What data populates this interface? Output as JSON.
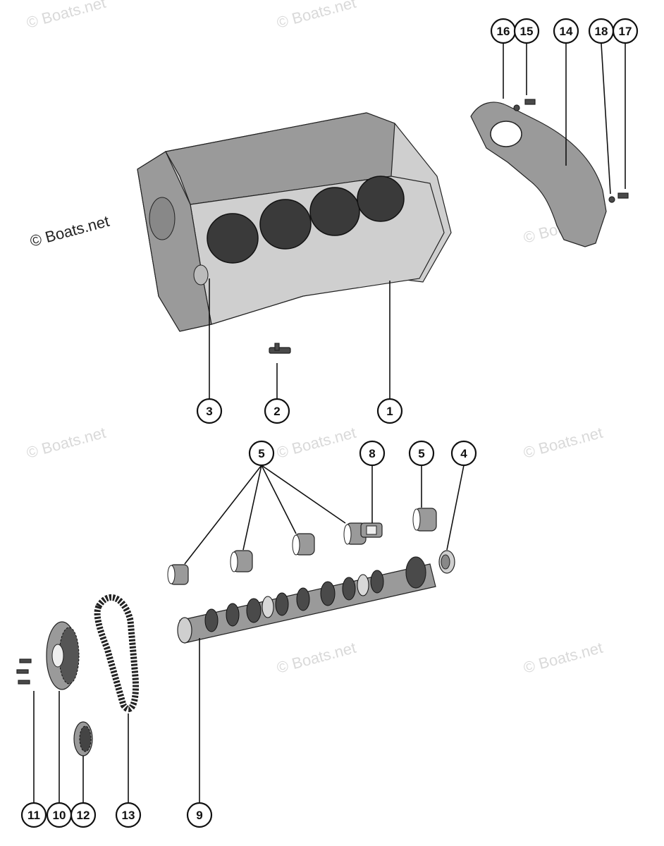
{
  "watermark": {
    "text": "© Boats.net",
    "prominent_text": "© Boats.net"
  },
  "callouts": {
    "c1": "1",
    "c2": "2",
    "c3": "3",
    "c4": "4",
    "c5a": "5",
    "c5b": "5",
    "c8": "8",
    "c9": "9",
    "c10": "10",
    "c11": "11",
    "c12": "12",
    "c13": "13",
    "c14": "14",
    "c15": "15",
    "c16": "16",
    "c17": "17",
    "c18": "18"
  },
  "colors": {
    "ink": "#111111",
    "watermark": "#d9d9d9",
    "background": "#ffffff"
  }
}
